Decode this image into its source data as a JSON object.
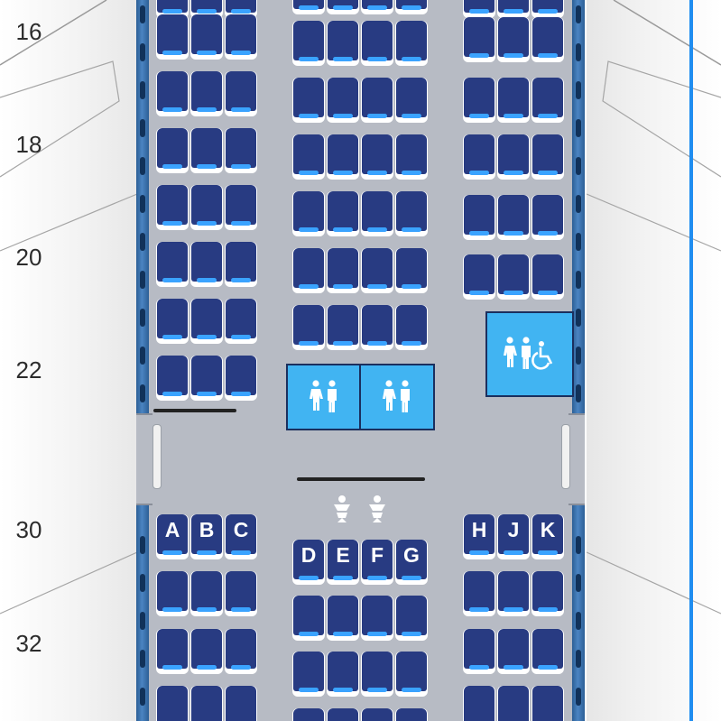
{
  "row_labels": [
    "16",
    "18",
    "20",
    "22",
    "30",
    "32"
  ],
  "column_letters": {
    "left": [
      "A",
      "B",
      "C"
    ],
    "middle": [
      "D",
      "E",
      "F",
      "G"
    ],
    "right": [
      "H",
      "J",
      "K"
    ]
  },
  "icons": {
    "lavatory": "restroom-icon",
    "accessible_lavatory": "accessible-restroom-icon",
    "bassinet": "bassinet-icon"
  },
  "colors": {
    "seat": "#283b82",
    "seat_cushion": "#3aa3ff",
    "cabin_floor": "#b7bbc4",
    "lavatory": "#41b4f2",
    "fuselage": "#3a72b0",
    "scroll_line": "#1f8df0"
  }
}
